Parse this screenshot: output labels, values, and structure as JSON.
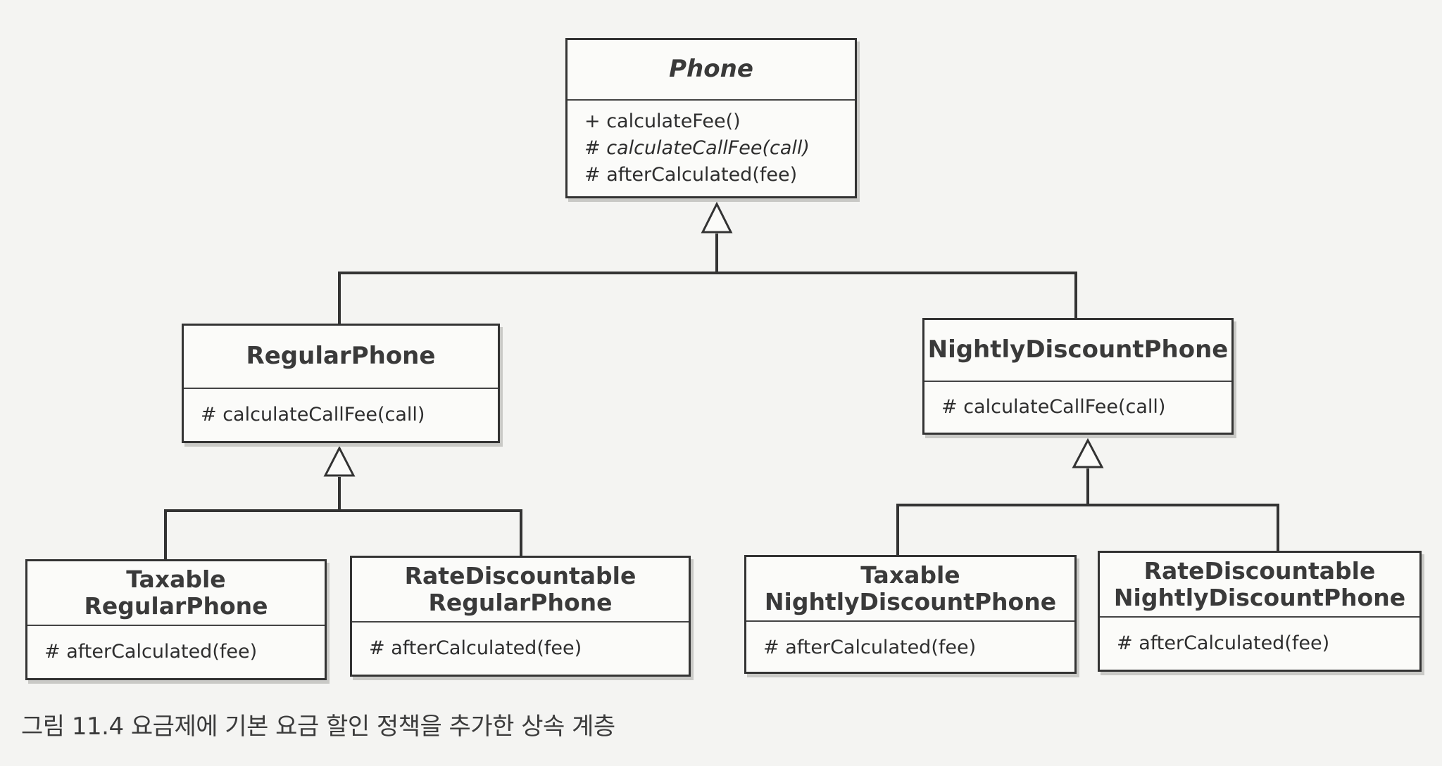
{
  "classes": {
    "phone": {
      "name": "Phone",
      "operations": [
        "+ calculateFee()",
        "# calculateCallFee(call)",
        "# afterCalculated(fee)"
      ]
    },
    "regular_phone": {
      "name": "RegularPhone",
      "operations": [
        "# calculateCallFee(call)"
      ]
    },
    "nightly_discount_phone": {
      "name": "NightlyDiscountPhone",
      "operations": [
        "# calculateCallFee(call)"
      ]
    },
    "taxable_regular_phone": {
      "name_lines": [
        "Taxable",
        "RegularPhone"
      ],
      "operations": [
        "# afterCalculated(fee)"
      ]
    },
    "rate_discountable_regular_phone": {
      "name_lines": [
        "RateDiscountable",
        "RegularPhone"
      ],
      "operations": [
        "# afterCalculated(fee)"
      ]
    },
    "taxable_nightly_discount_phone": {
      "name_lines": [
        "Taxable",
        "NightlyDiscountPhone"
      ],
      "operations": [
        "# afterCalculated(fee)"
      ]
    },
    "rate_discountable_nightly_discount_phone": {
      "name_lines": [
        "RateDiscountable",
        "NightlyDiscountPhone"
      ],
      "operations": [
        "# afterCalculated(fee)"
      ]
    }
  },
  "caption": "그림 11.4 요금제에 기본 요금 할인 정책을 추가한 상속 계층"
}
